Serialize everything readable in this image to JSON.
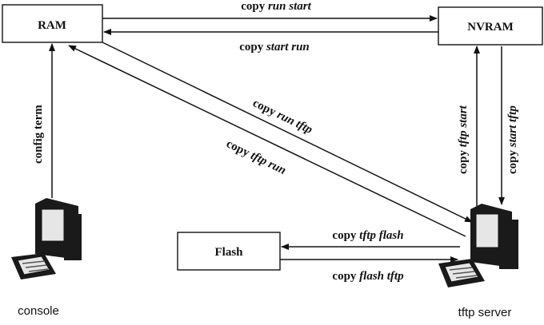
{
  "nodes": {
    "ram": "RAM",
    "nvram": "NVRAM",
    "flash": "Flash"
  },
  "devices": {
    "console": "console",
    "tftp_server": "tftp server"
  },
  "commands": {
    "run_start": {
      "keyword": "copy",
      "args": "run start"
    },
    "start_run": {
      "keyword": "copy",
      "args": "start run"
    },
    "run_tftp": {
      "keyword": "copy",
      "args": "run tftp"
    },
    "tftp_run": {
      "keyword": "copy",
      "args": "tftp run"
    },
    "config_term": {
      "keyword": "config term",
      "args": ""
    },
    "tftp_start": {
      "keyword": "copy",
      "args": "tftp start"
    },
    "start_tftp": {
      "keyword": "copy",
      "args": "start tftp"
    },
    "tftp_flash": {
      "keyword": "copy",
      "args": "tftp flash"
    },
    "flash_tftp": {
      "keyword": "copy",
      "args": "flash tftp"
    }
  }
}
